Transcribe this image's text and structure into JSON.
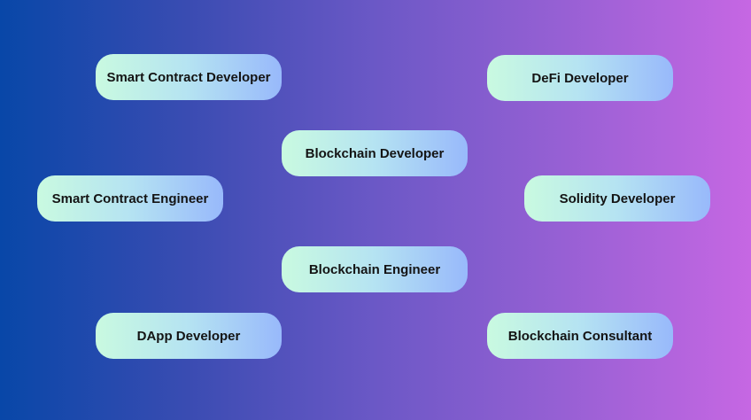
{
  "roles": [
    "Smart Contract Developer",
    "DeFi Developer",
    "Blockchain Developer",
    "Smart Contract Engineer",
    "Solidity Developer",
    "Blockchain Engineer",
    "DApp Developer",
    "Blockchain Consultant"
  ],
  "colors": {
    "background_left": "#0847a8",
    "background_right": "#c667e3",
    "pill_left": "#c9fae0",
    "pill_right": "#98b9fb",
    "text": "#141414"
  }
}
